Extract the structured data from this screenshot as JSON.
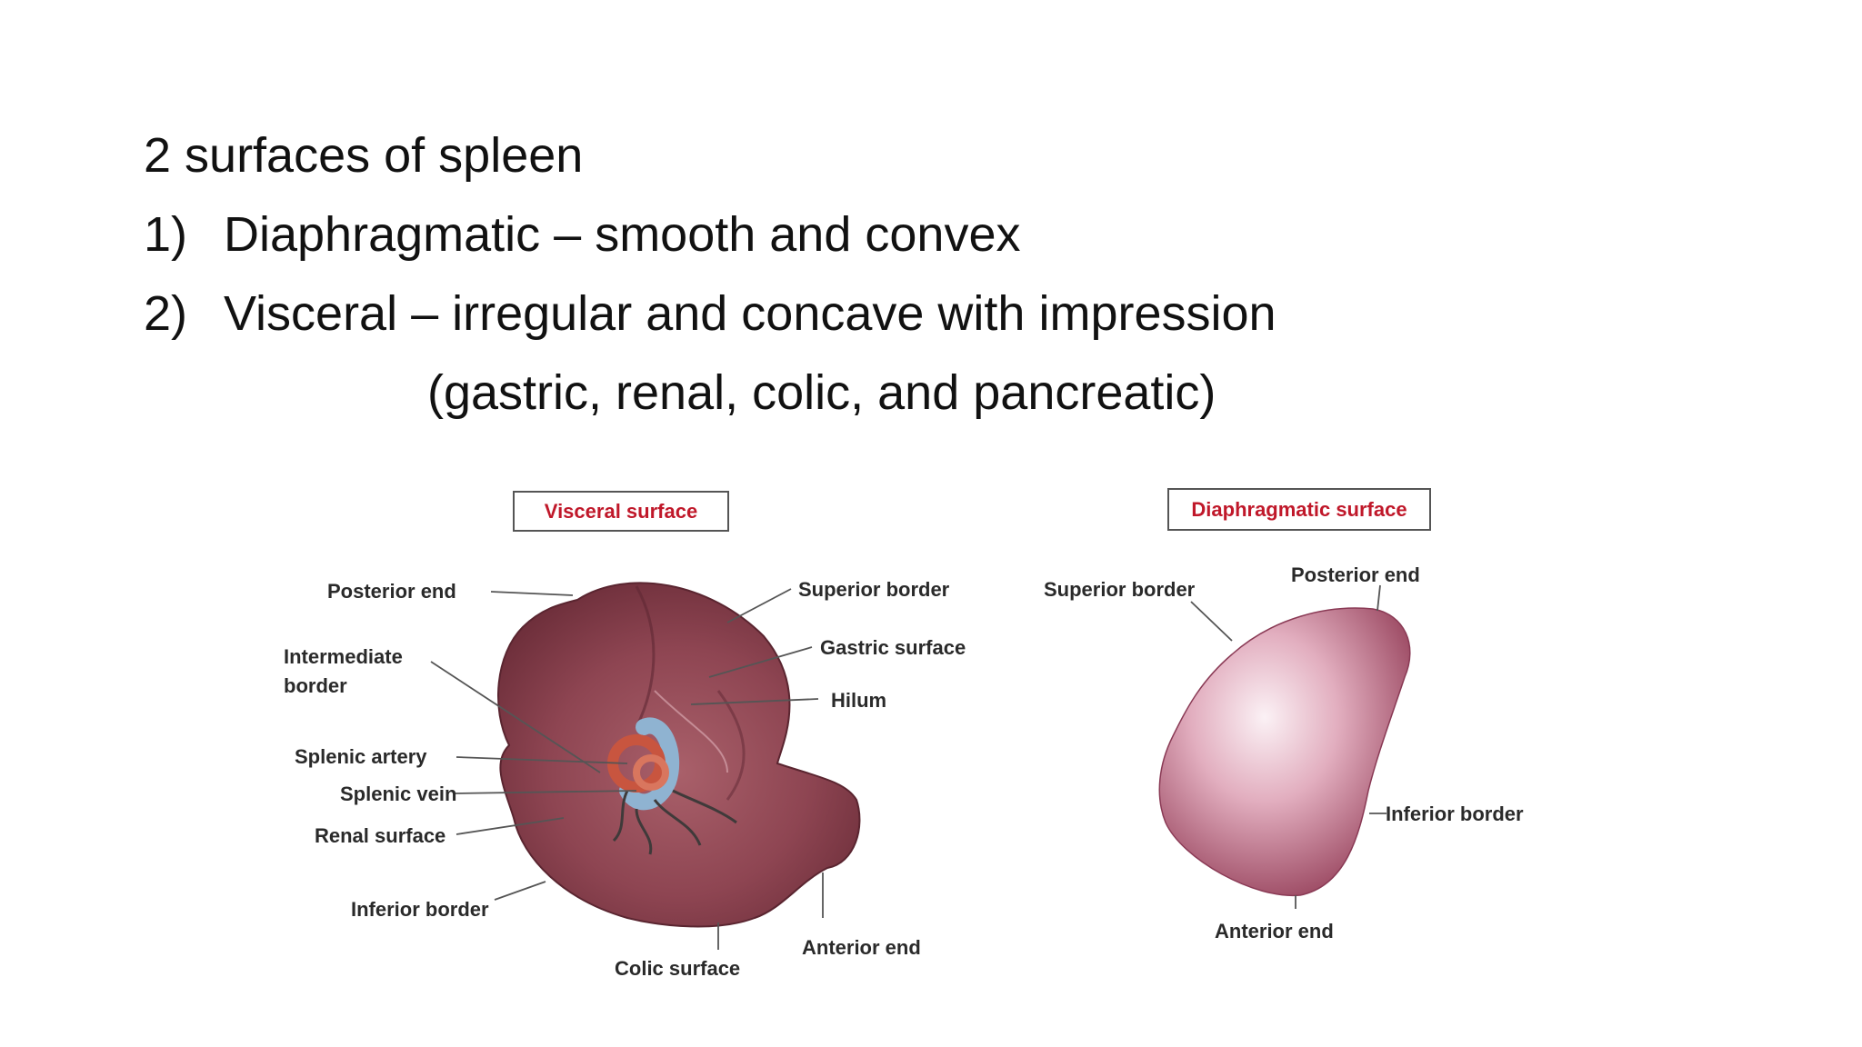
{
  "slide": {
    "heading": "2 surfaces of spleen",
    "items": [
      {
        "num": "1)",
        "text": "Diaphragmatic – smooth and convex"
      },
      {
        "num": "2)",
        "text": "Visceral – irregular and concave with impression"
      }
    ],
    "continuation": "(gastric, renal, colic, and pancreatic)"
  },
  "visceral_figure": {
    "title": "Visceral  surface",
    "labels": {
      "posterior_end": "Posterior end",
      "intermediate_border_1": "Intermediate",
      "intermediate_border_2": "border",
      "splenic_artery": "Splenic artery",
      "splenic_vein": "Splenic vein",
      "renal_surface": "Renal surface",
      "inferior_border": "Inferior border",
      "colic_surface": "Colic surface",
      "anterior_end": "Anterior end",
      "superior_border": "Superior border",
      "gastric_surface": "Gastric surface",
      "hilum": "Hilum"
    }
  },
  "diaphragmatic_figure": {
    "title": "Diaphragmatic surface",
    "labels": {
      "superior_border": "Superior border",
      "posterior_end": "Posterior end",
      "inferior_border": "Inferior border",
      "anterior_end": "Anterior end"
    }
  },
  "colors": {
    "text": "#111111",
    "title_red": "#c0182a",
    "spleen_dark": "#8a3f4b",
    "spleen_light": "#f3dbe3",
    "artery": "#c8553f",
    "vein": "#8fb3d1"
  }
}
